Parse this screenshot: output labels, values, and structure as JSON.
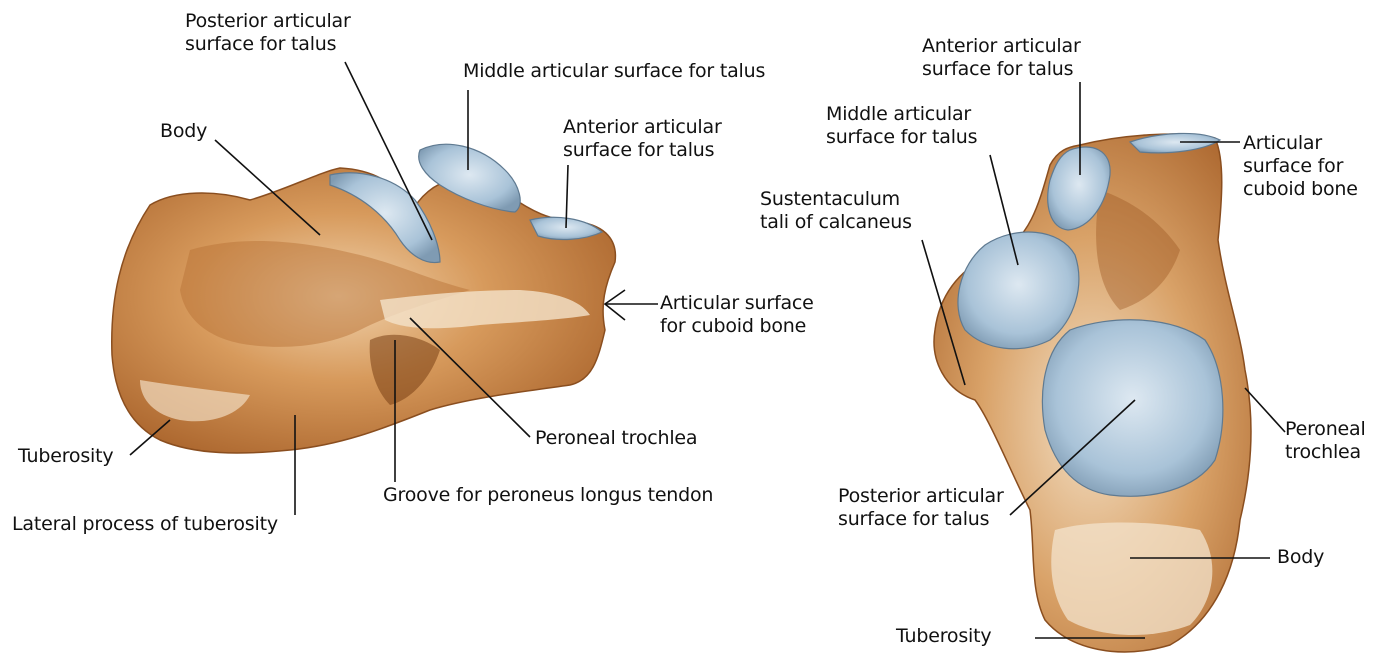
{
  "colors": {
    "bone_base": "#c98a4e",
    "bone_light": "#f1dcc0",
    "bone_dark": "#8a4e1f",
    "cartilage": "#a9c3d8",
    "cartilage_light": "#d6e4ef",
    "line": "#111111"
  },
  "lateral_view": {
    "labels": {
      "posterior_articular": [
        "Posterior articular",
        "surface for talus"
      ],
      "middle_articular": [
        "Middle articular surface for talus"
      ],
      "body": [
        "Body"
      ],
      "anterior_articular": [
        "Anterior articular",
        "surface for talus"
      ],
      "articular_cuboid": [
        "Articular surface",
        "for cuboid bone"
      ],
      "peroneal_trochlea": [
        "Peroneal trochlea"
      ],
      "tuberosity": [
        "Tuberosity"
      ],
      "groove": [
        "Groove for peroneus longus tendon"
      ],
      "lateral_process": [
        "Lateral process of tuberosity"
      ]
    }
  },
  "superior_view": {
    "labels": {
      "anterior_articular": [
        "Anterior articular",
        "surface for talus"
      ],
      "middle_articular": [
        "Middle articular",
        "surface for talus"
      ],
      "articular_cuboid": [
        "Articular",
        "surface for",
        "cuboid bone"
      ],
      "sustentaculum": [
        "Sustentaculum",
        "tali of calcaneus"
      ],
      "peroneal_trochlea": [
        "Peroneal",
        "trochlea"
      ],
      "posterior_articular": [
        "Posterior articular",
        "surface for talus"
      ],
      "body": [
        "Body"
      ],
      "tuberosity": [
        "Tuberosity"
      ]
    }
  }
}
